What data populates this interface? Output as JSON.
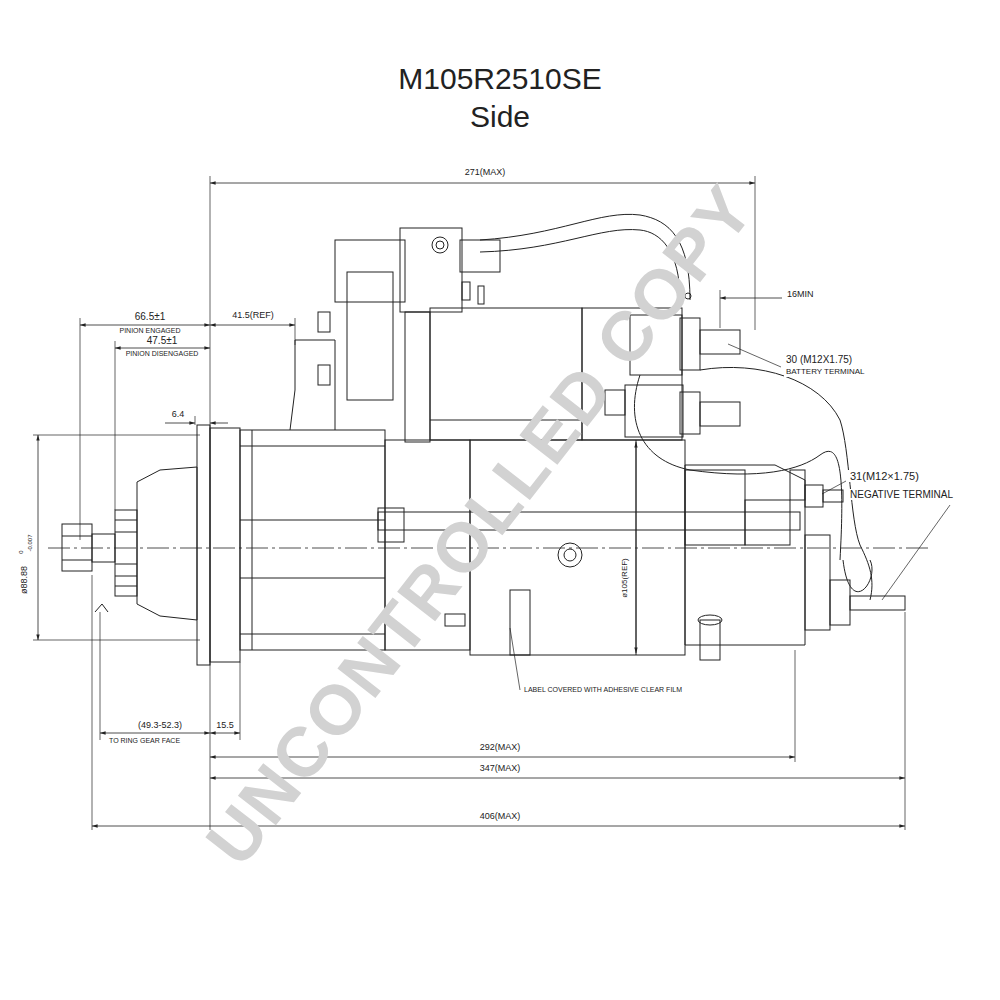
{
  "diagram": {
    "title": "M105R2510SE",
    "labels": [
      "Side",
      "271(MAX)",
      "16MIN",
      "30 (M12X1.75)",
      "BATTERY TERMINAL",
      "66.5±1",
      "PINION ENGAGED",
      "47.5±1",
      "PINION DISENGAGED",
      "41.5(REF)",
      "6.4",
      "31(M12×1.75)",
      "NEGATIVE TERMINAL",
      "ø88.88",
      "0",
      "-0.007",
      "ø105(REF)",
      "LABEL COVERED WITH ADHESIVE CLEAR FILM",
      "(49.3-52.3)",
      "TO RING GEAR FACE",
      "15.5",
      "292(MAX)",
      "347(MAX)",
      "406(MAX)",
      "UNCONTROLLED COPY"
    ]
  }
}
